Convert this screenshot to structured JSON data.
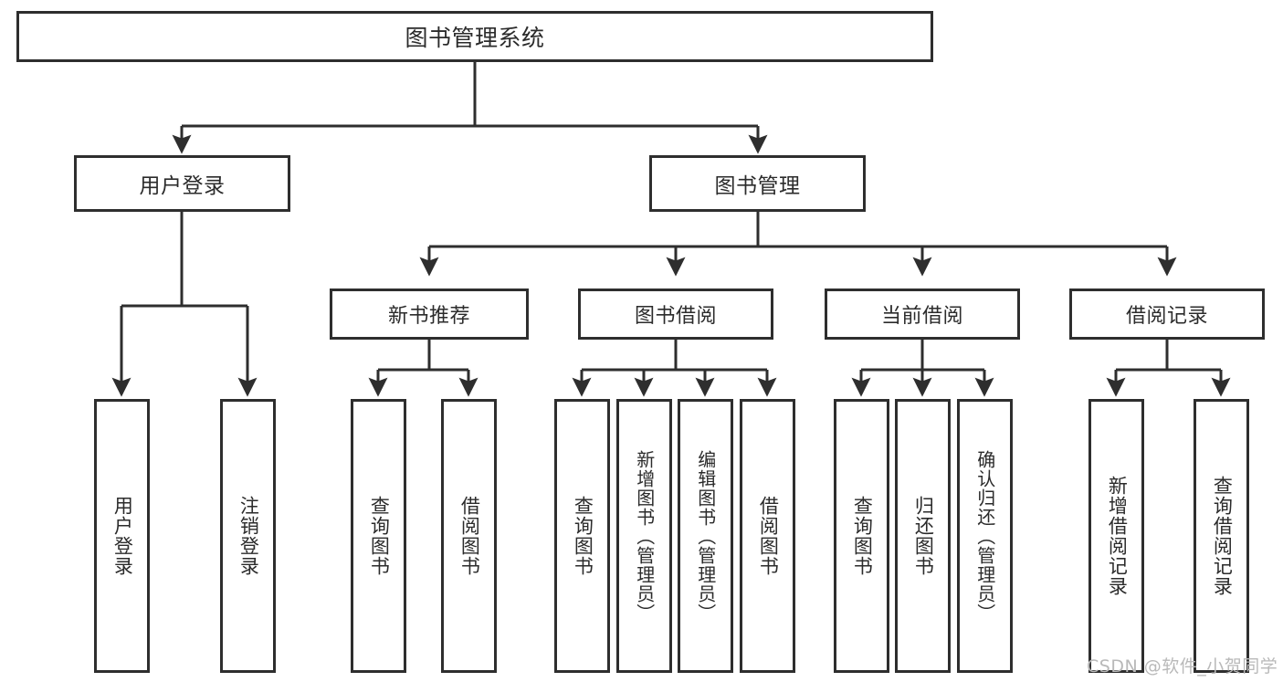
{
  "diagram": {
    "type": "tree",
    "title": "图书管理系统",
    "orientation": "top-down",
    "colors": {
      "node_border": "#2e2e2e",
      "node_fill": "#ffffff",
      "connector": "#2e2e2e",
      "text": "#2b2b2b",
      "watermark": "#b9b9b9",
      "background": "#ffffff"
    }
  },
  "root": {
    "label": "图书管理系统"
  },
  "level2": [
    {
      "label": "用户登录"
    },
    {
      "label": "图书管理"
    }
  ],
  "level3": [
    {
      "label": "新书推荐"
    },
    {
      "label": "图书借阅"
    },
    {
      "label": "当前借阅"
    },
    {
      "label": "借阅记录"
    }
  ],
  "leaves": {
    "user_login": [
      {
        "label": "用户登录"
      },
      {
        "label": "注销登录"
      }
    ],
    "new_book_recommend": [
      {
        "label": "查询图书"
      },
      {
        "label": "借阅图书"
      }
    ],
    "book_borrow": [
      {
        "label": "查询图书"
      },
      {
        "label": "新增图书（管理员）"
      },
      {
        "label": "编辑图书（管理员）"
      },
      {
        "label": "借阅图书"
      }
    ],
    "current_borrow": [
      {
        "label": "查询图书"
      },
      {
        "label": "归还图书"
      },
      {
        "label": "确认归还（管理员）"
      }
    ],
    "borrow_record": [
      {
        "label": "新增借阅记录"
      },
      {
        "label": "查询借阅记录"
      }
    ]
  },
  "watermark": {
    "text": "CSDN @软件_小贺同学"
  }
}
